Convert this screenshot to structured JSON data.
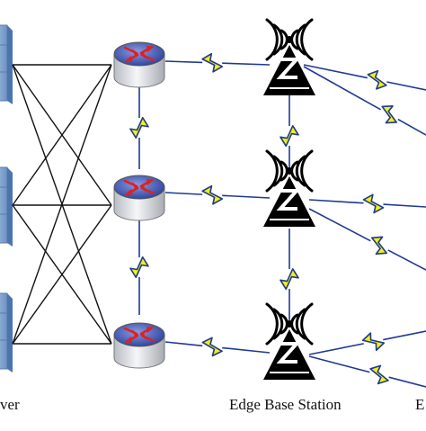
{
  "labels": {
    "server_fragment": "ver",
    "edge_base_station": "Edge Base Station",
    "right_fragment": "E"
  },
  "colors": {
    "background": "#ffffff",
    "wire": "#111111",
    "wireless_outline": "#1f3a93",
    "wireless_fill": "#f4f10a",
    "router_top": "#3c55b8",
    "router_body": "#e9ebf0",
    "router_arrow": "#e02020",
    "server_body": "#8fb2d8",
    "tower": "#000000"
  },
  "icons": {
    "server": "server-icon",
    "router": "router-icon",
    "base_station": "antenna-tower-icon",
    "link": "lightning-bolt-icon"
  }
}
